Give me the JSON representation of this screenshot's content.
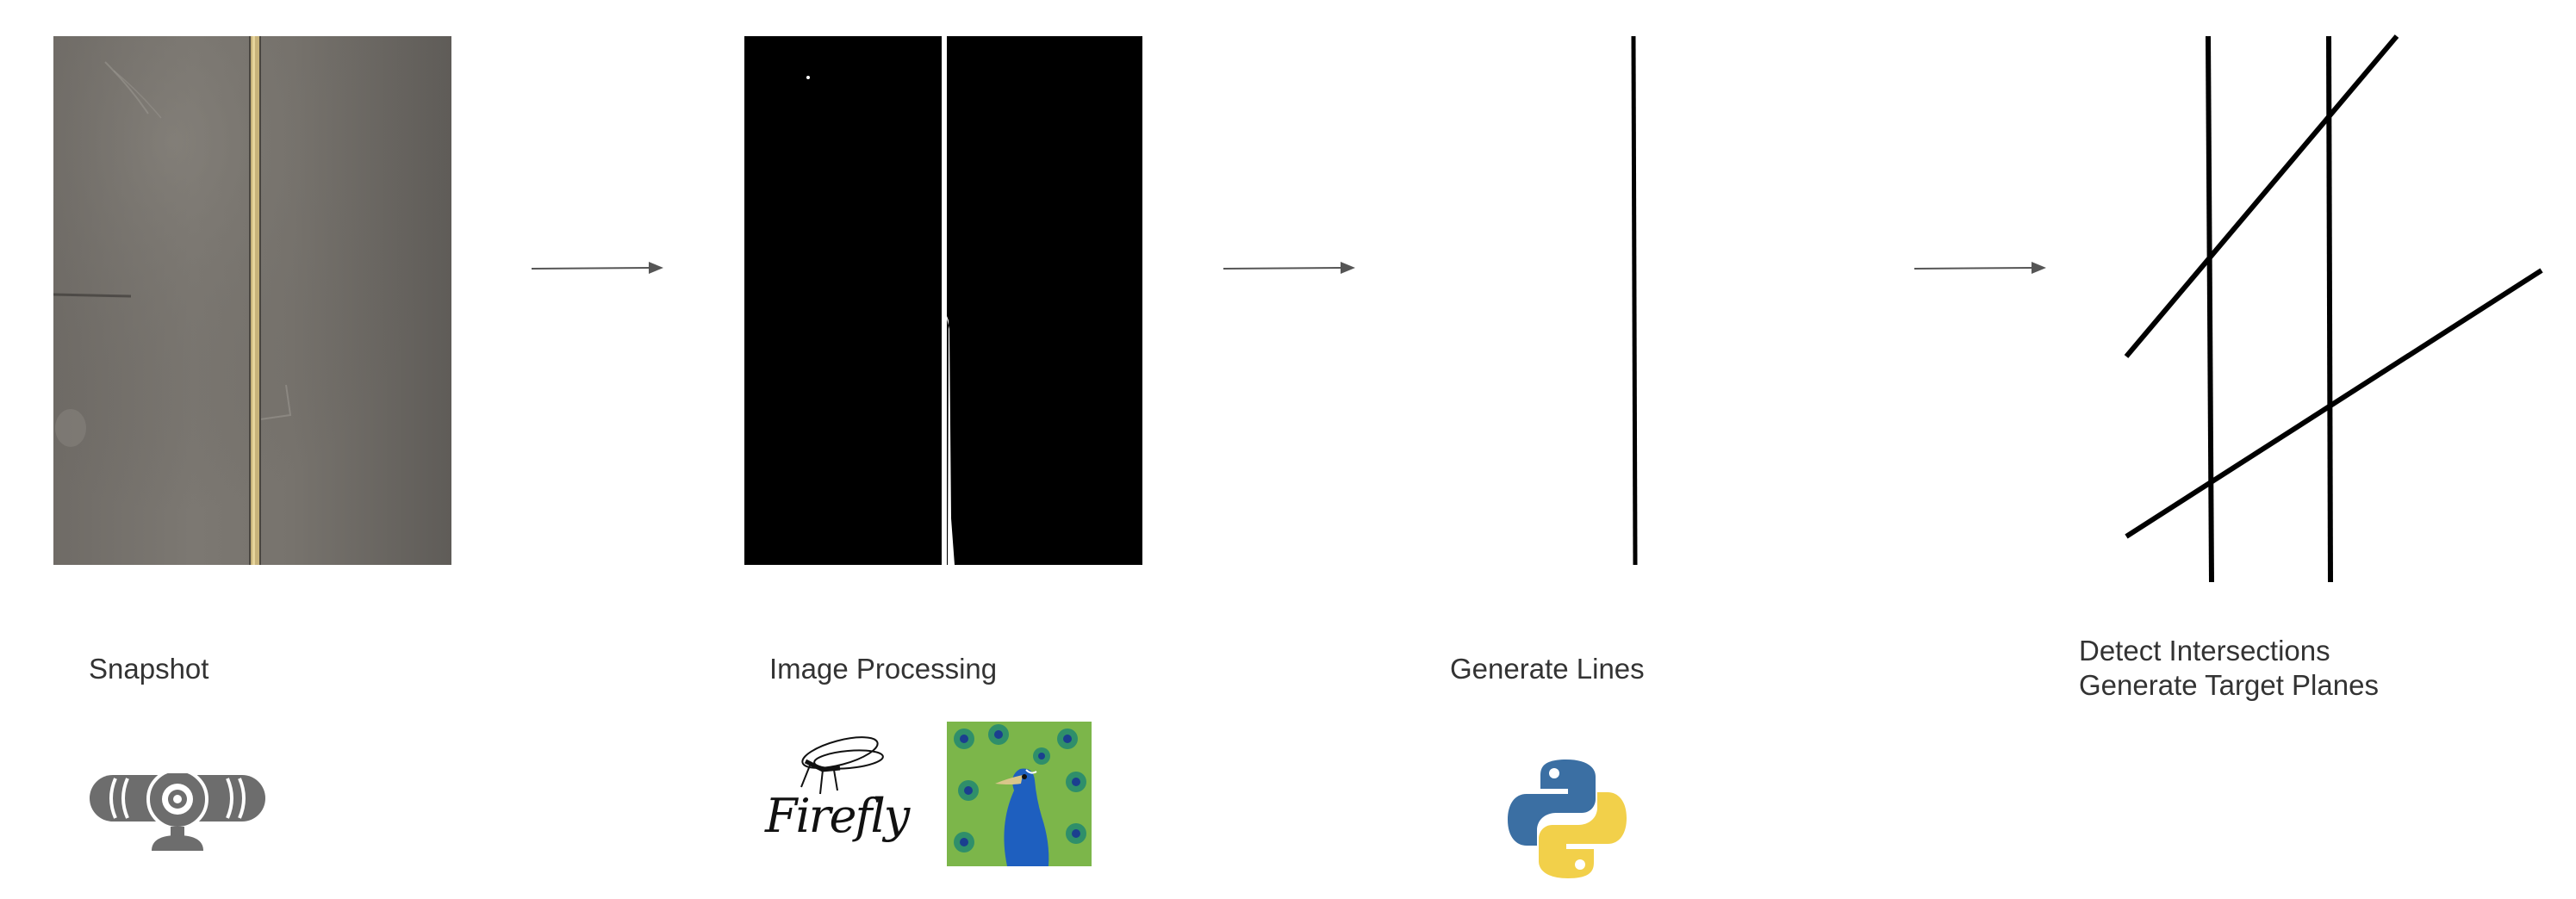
{
  "steps": [
    {
      "label": "Snapshot"
    },
    {
      "label": "Image Processing",
      "logo_text": "Firefly"
    },
    {
      "label": "Generate Lines"
    },
    {
      "label_line1": "Detect Intersections",
      "label_line2": "Generate Target Planes"
    }
  ],
  "icons": {
    "step1": "webcam-icon",
    "step2": [
      "firefly-logo-icon",
      "peacock-image-icon"
    ],
    "step3": "python-logo-icon"
  },
  "colors": {
    "arrow": "#555555",
    "label": "#333333",
    "icon_gray": "#6d6d6d",
    "python_blue": "#3b6fa3",
    "python_yellow": "#f2d04a"
  }
}
